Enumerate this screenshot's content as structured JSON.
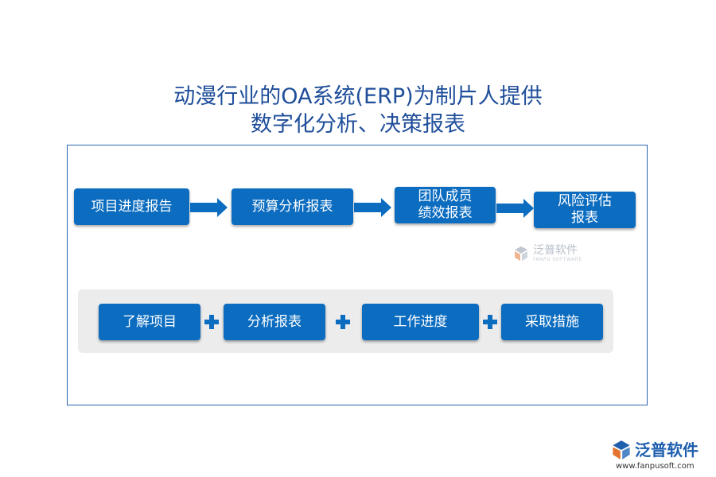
{
  "title": {
    "line1": "动漫行业的OA系统(ERP)为制片人提供",
    "line2": "数字化分析、决策报表"
  },
  "flow": {
    "steps": [
      {
        "lines": [
          "项目进度报告"
        ]
      },
      {
        "lines": [
          "预算分析报表"
        ]
      },
      {
        "lines": [
          "团队成员",
          "绩效报表"
        ]
      },
      {
        "lines": [
          "风险评估",
          "报表"
        ]
      }
    ]
  },
  "bottom": {
    "items": [
      "了解项目",
      "分析报表",
      "工作进度",
      "采取措施"
    ]
  },
  "watermark": {
    "name": "泛普软件",
    "sub": "FANPU SOFTWARE"
  },
  "brand": {
    "name": "泛普软件",
    "url": "www.fanpusoft.com"
  },
  "colors": {
    "box": "#0b6cc0",
    "title": "#1f4e9a",
    "frame": "#2b64b0",
    "panel": "#ececec"
  },
  "icons": {
    "arrow": "right-arrow-icon",
    "plus": "plus-icon",
    "logo": "fanpu-logo-icon"
  }
}
